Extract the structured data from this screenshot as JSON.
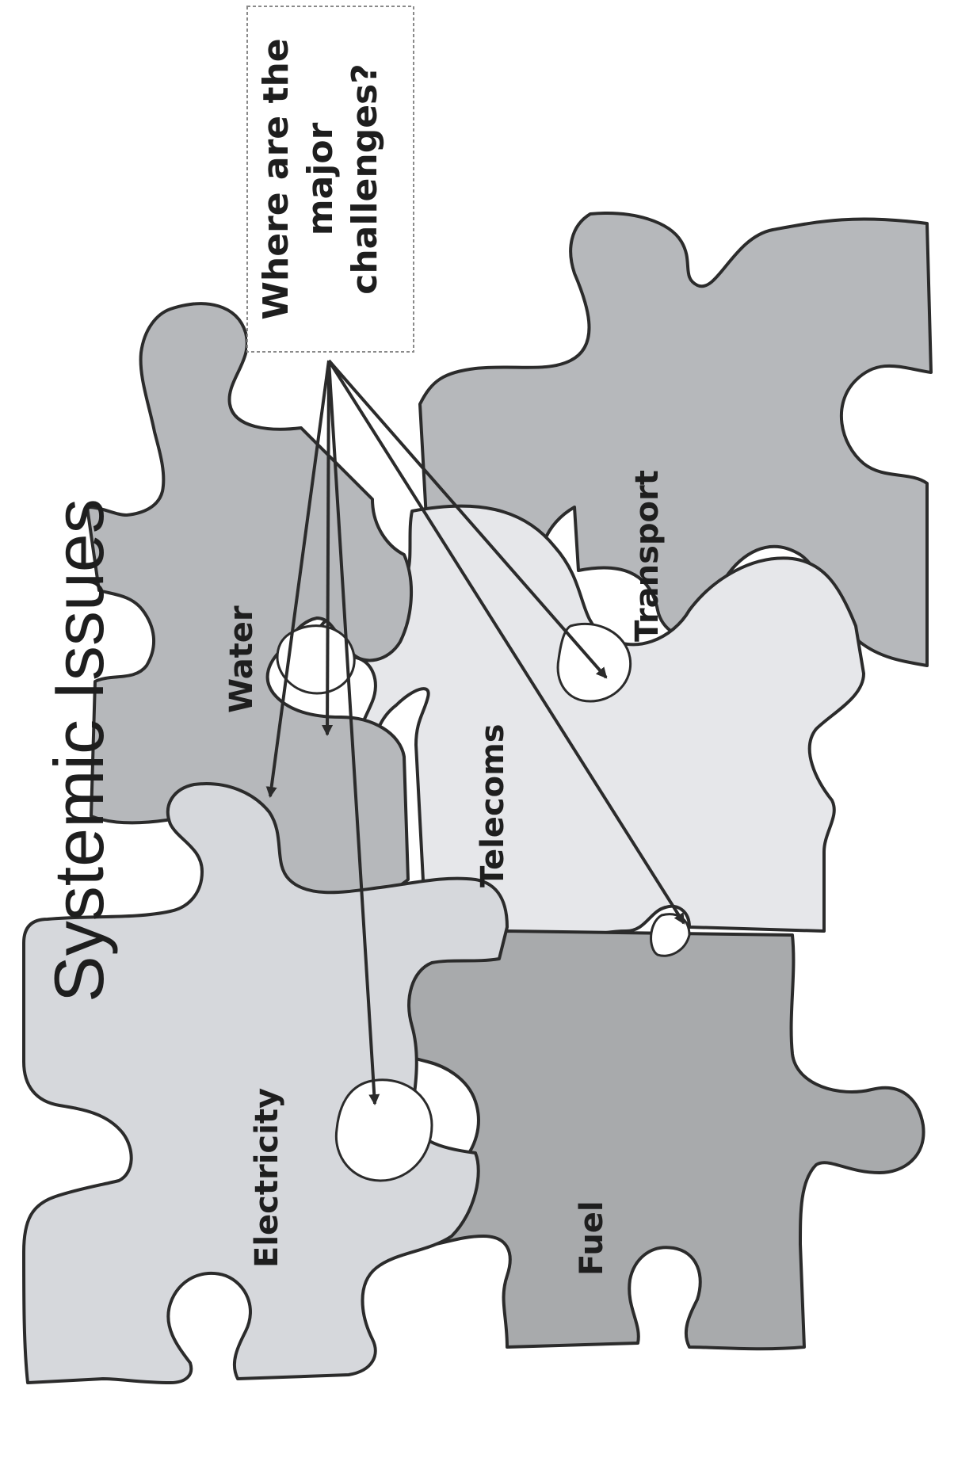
{
  "title": "Systemic Issues",
  "question": [
    "Where are the",
    "major",
    "challenges?"
  ],
  "pieces": {
    "water": "Water",
    "electricity": "Electricity",
    "telecoms": "Telecoms",
    "transport": "Transport",
    "fuel": "Fuel"
  },
  "colors": {
    "light_piece": "#d6d8dc",
    "medium_piece": "#b6b8bb",
    "dark_piece": "#a8aaac",
    "very_light_piece": "#e6e7ea"
  }
}
